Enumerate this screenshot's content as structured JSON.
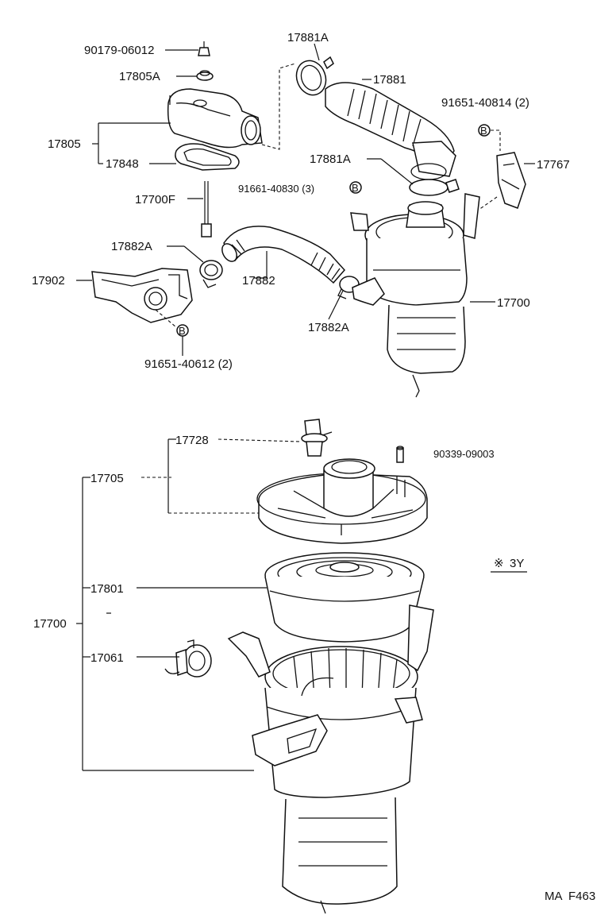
{
  "labels": {
    "p90179": "90179-06012",
    "p17805A": "17805A",
    "p17805": "17805",
    "p17848": "17848",
    "p17700F": "17700F",
    "p17882A_top": "17882A",
    "p17902": "17902",
    "p91651_40612": "91651-40612 (2)",
    "p17882": "17882",
    "p17882A_bot": "17882A",
    "p17881A_top": "17881A",
    "p17881": "17881",
    "p91651_40814": "91651-40814 (2)",
    "p17881A_mid": "17881A",
    "p17767": "17767",
    "p91661_40830": "91661-40830 (3)",
    "p17700_top": "17700",
    "p17728": "17728",
    "p90339": "90339-09003",
    "p17705": "17705",
    "p3Y": "3Y",
    "p17801": "17801",
    "p17700_bot": "17700",
    "p17061": "17061",
    "footer": "MA  F463"
  },
  "markers": {
    "bolt_letter": "B",
    "asterisk": "※"
  }
}
